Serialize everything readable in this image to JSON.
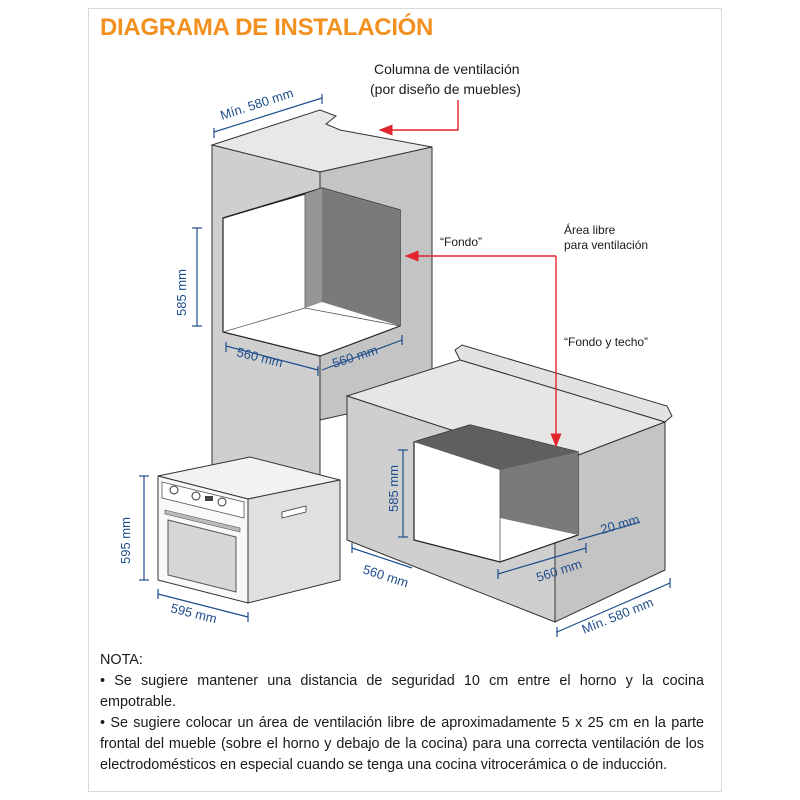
{
  "title": "DIAGRAMA DE INSTALACIÓN",
  "labels": {
    "column_line1": "Columna de ventilación",
    "column_line2": "(por diseño de muebles)",
    "fondo": "“Fondo”",
    "area_line1": "Área libre",
    "area_line2": "para ventilación",
    "fondo_techo": "“Fondo y techo”"
  },
  "dimensions": {
    "col_top_width": "Mín. 580 mm",
    "col_height": "585 mm",
    "col_width": "560 mm",
    "col_depth": "560 mm",
    "oven_height": "595 mm",
    "oven_width": "595 mm",
    "cab_height": "585 mm",
    "cab_width": "560 mm",
    "cab_depth": "560 mm",
    "cab_gap": "20 mm",
    "cab_min": "Mín. 580 mm"
  },
  "colors": {
    "title": "#f29120",
    "dimension": "#1f4e8c",
    "arrow": "#e0262c",
    "cabinet": "#d0d0d0"
  },
  "notes": {
    "heading": "NOTA:",
    "bullet1": "• Se sugiere mantener una distancia de seguridad 10 cm entre el horno y la cocina empotrable.",
    "bullet2": "• Se sugiere colocar un área de ventilación libre de aproximadamente 5 x 25 cm en la parte frontal del mueble (sobre el horno y debajo de la cocina) para una correcta ventilación de los electrodomésticos en especial cuando se tenga una cocina vitrocerámica o de inducción."
  }
}
